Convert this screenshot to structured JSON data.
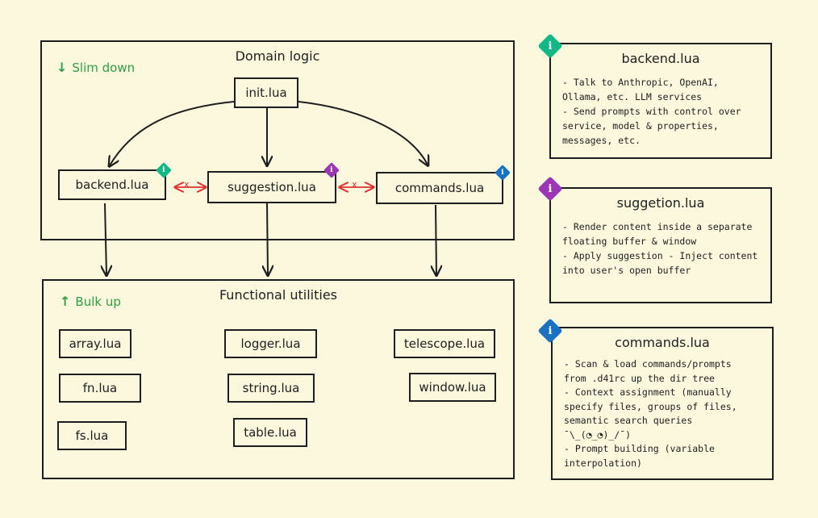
{
  "domain_frame": {
    "title": "Domain logic",
    "tag": {
      "arrow": "↓",
      "label": "Slim down",
      "color": "#2f9e44"
    },
    "root": "init.lua",
    "modules": [
      {
        "label": "backend.lua",
        "badge": "i",
        "badge_color": "#12b886"
      },
      {
        "label": "suggestion.lua",
        "badge": "i",
        "badge_color": "#9c36b5"
      },
      {
        "label": "commands.lua",
        "badge": "i",
        "badge_color": "#1971c2"
      }
    ],
    "cross_marker": "x"
  },
  "utility_frame": {
    "title": "Functional utilities",
    "tag": {
      "arrow": "↑",
      "label": "Bulk up",
      "color": "#2f9e44"
    },
    "files": [
      "array.lua",
      "logger.lua",
      "telescope.lua",
      "fn.lua",
      "string.lua",
      "window.lua",
      "fs.lua",
      "table.lua"
    ]
  },
  "notes": [
    {
      "title": "backend.lua",
      "badge": "i",
      "badge_color": "#12b886",
      "lines": [
        "- Talk to Anthropic, OpenAI,",
        "Ollama, etc. LLM services",
        "- Send prompts with control over",
        "service, model & properties,",
        "messages, etc."
      ]
    },
    {
      "title": "suggetion.lua",
      "badge": "i",
      "badge_color": "#9c36b5",
      "lines": [
        "- Render content inside a separate",
        "floating buffer & window",
        "- Apply suggestion - Inject content",
        "into user's open buffer"
      ]
    },
    {
      "title": "commands.lua",
      "badge": "i",
      "badge_color": "#1971c2",
      "lines": [
        "- Scan & load commands/prompts",
        "from .d41rc up the dir tree",
        "- Context assignment (manually",
        "specify files, groups of files,",
        "semantic search queries",
        "¯\\_(◔_◔)_/¯)",
        "- Prompt building (variable",
        "interpolation)"
      ]
    }
  ],
  "colors": {
    "background": "#fbf8dd",
    "stroke": "#1e1e1e",
    "conflict": "#e03131"
  }
}
